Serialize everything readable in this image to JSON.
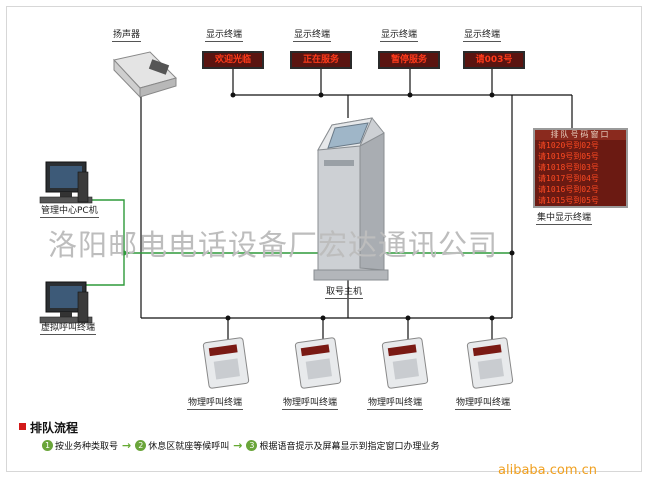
{
  "labels": {
    "speaker": "扬声器",
    "display_terminals": [
      "显示终端",
      "显示终端",
      "显示终端",
      "显示终端"
    ],
    "central_display": "集中显示终端",
    "admin_pc": "管理中心PC机",
    "virtual_call": "虚拟呼叫终端",
    "host": "取号主机",
    "physical_call_terminals": [
      "物理呼叫终端",
      "物理呼叫终端",
      "物理呼叫终端",
      "物理呼叫终端"
    ]
  },
  "led_texts": [
    "欢迎光临",
    "正在服务",
    "暂停服务",
    "请003号"
  ],
  "central_board": {
    "header": "排队号码窗口",
    "rows": [
      {
        "num": "1020",
        "win": "02"
      },
      {
        "num": "1019",
        "win": "05"
      },
      {
        "num": "1018",
        "win": "03"
      },
      {
        "num": "1017",
        "win": "04"
      },
      {
        "num": "1016",
        "win": "02"
      },
      {
        "num": "1015",
        "win": "05"
      }
    ],
    "row_prefix": "请",
    "row_mid": "号到",
    "row_suffix": "号"
  },
  "watermark": "洛阳邮电电话设备厂宏达通讯公司",
  "flow": {
    "title": "排队流程",
    "steps": [
      {
        "n": "1",
        "text": "按业务种类取号"
      },
      {
        "n": "2",
        "text": "休息区就座等候呼叫"
      },
      {
        "n": "3",
        "text": "根据语音提示及屏幕显示到指定窗口办理业务"
      }
    ],
    "arrow": "→"
  },
  "footer_site": "alibaba.com.cn",
  "colors": {
    "line": "#111111",
    "green_line": "#2e9a3a",
    "led_bg": "#5a1410",
    "led_text": "#ff3a1a",
    "accent_red": "#d21a1a",
    "step_green": "#6aa53a",
    "watermark": "#bdbdbd",
    "site": "#f0a020"
  }
}
